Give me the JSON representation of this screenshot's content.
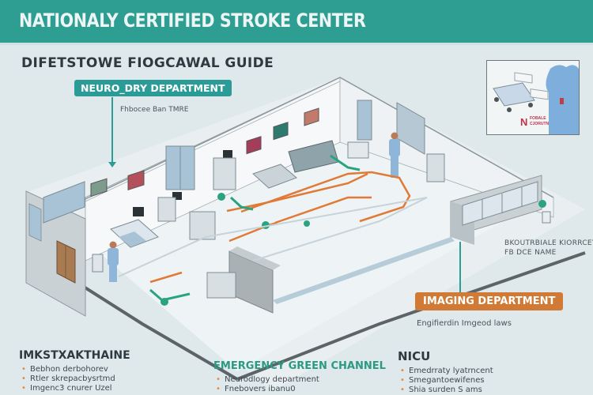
{
  "header": {
    "title": "NATIONALY CERTIFIED STROKE CENTER"
  },
  "subtitle": "DIFETSTOWE FIOGCAWAL GUIDE",
  "departments": {
    "neurology": {
      "label": "NEURO_DRY DEPARTMENT",
      "note": "Fhbocee Ban TMRE",
      "color": "#2b9b98"
    },
    "imaging": {
      "label": "IMAGING DEPARTMENT",
      "note": "Engifierdin Imgeod laws",
      "color": "#d07a35"
    }
  },
  "side_note": {
    "line1": "BKOUTRBIALE KIORRCEY",
    "line2": "FB DCE NAME"
  },
  "inset": {
    "label_big": "N",
    "label_small_1": "FOBALE",
    "label_small_2": "CJORUTN"
  },
  "paths": {
    "emergency_color": "#e07a36",
    "green_channel_color": "#2aa37f"
  },
  "legends": [
    {
      "title": "IMKSTXAKTHAINE",
      "items": [
        "Bebhon derbohorev",
        "Rtler skrepacbysrtmd",
        "Imgenc3 cnurer Uzel"
      ]
    },
    {
      "title": "EMERGENCY GREEN CHANNEL",
      "items": [
        "Neurodlogy department",
        "Fnebovers ibanu0"
      ]
    },
    {
      "title": "NICU",
      "items": [
        "Emedrraty lyatrncent",
        "Smegantoewifenes",
        "Shia surden S ams"
      ]
    }
  ],
  "icons": {
    "bullet": "•"
  }
}
